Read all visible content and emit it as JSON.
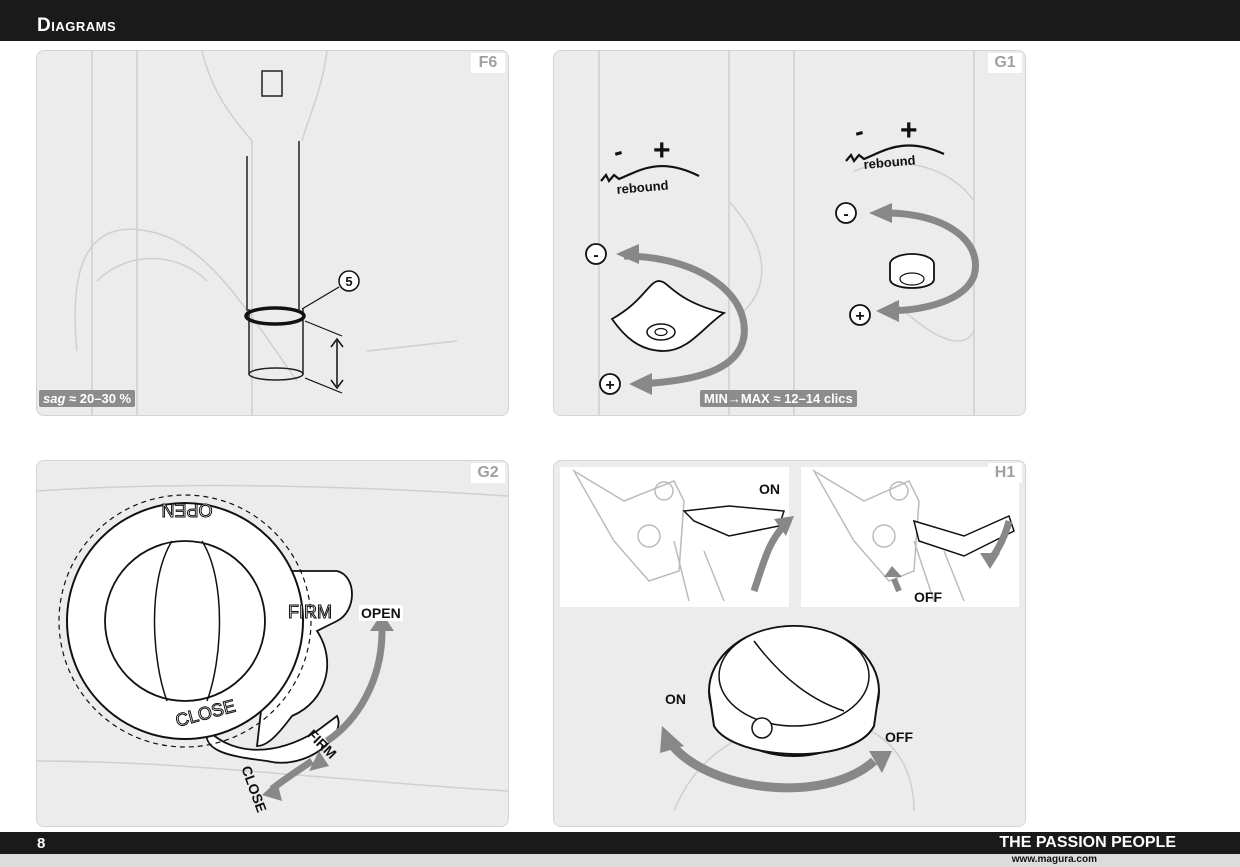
{
  "header": {
    "title": "Diagrams"
  },
  "panels": {
    "f6": {
      "label": "F6",
      "sag_word": "sag",
      "sag_value": "≈ 20–30 %",
      "callout": "5"
    },
    "g1": {
      "label": "G1",
      "rebound": "rebound",
      "minus": "-",
      "plus": "+",
      "clicks": "MIN→MAX ≈ 12–14 clics"
    },
    "g2": {
      "label": "G2",
      "dial_open": "OPEN",
      "dial_firm": "FIRM",
      "dial_close": "CLOSE",
      "label_open": "OPEN",
      "label_firm": "FIRM",
      "label_close": "CLOSE"
    },
    "h1": {
      "label": "H1",
      "on_top": "ON",
      "off_top": "OFF",
      "on_bottom": "ON",
      "off_bottom": "OFF"
    }
  },
  "footer": {
    "page_number": "8",
    "tagline": "THE PASSION PEOPLE",
    "website": "www.magura.com"
  }
}
